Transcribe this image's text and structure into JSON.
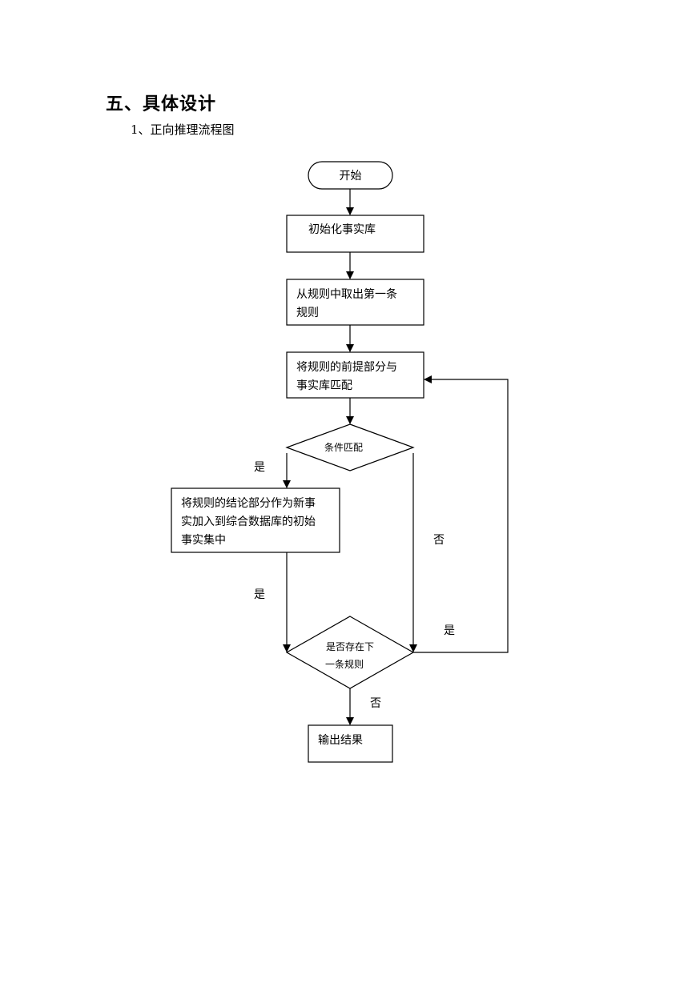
{
  "heading": {
    "section_title": "五、具体设计",
    "sub_title": "1、正向推理流程图"
  },
  "nodes": {
    "start": "开始",
    "init": "初始化事实库",
    "take_first": [
      "从规则中取出第一条",
      "规则"
    ],
    "match_premise": [
      "将规则的前提部分与",
      "事实库匹配"
    ],
    "condition": "条件匹配",
    "add_conclusion": [
      "将规则的结论部分作为新事",
      "实加入到综合数据库的初始",
      "事实集中"
    ],
    "has_next": [
      "是否存在下",
      "一条规则"
    ],
    "output": "输出结果"
  },
  "edge_labels": {
    "cond_yes": "是",
    "cond_no": "否",
    "add_yes": "是",
    "next_yes": "是",
    "next_no": "否"
  }
}
